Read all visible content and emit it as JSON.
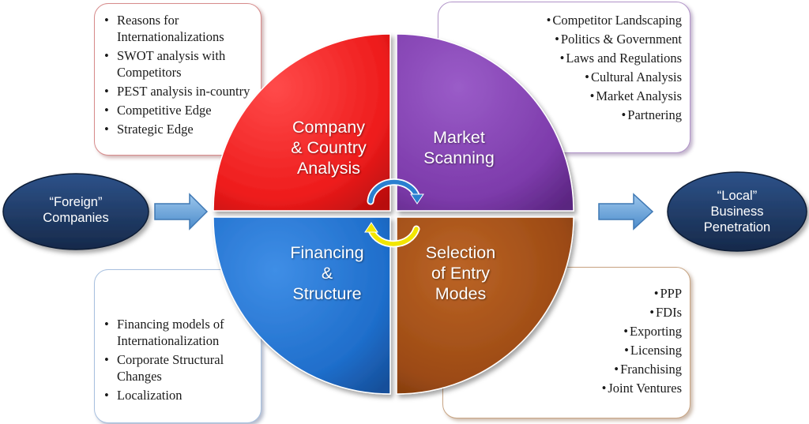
{
  "colors": {
    "red_quadrant": "#ee1c1c",
    "purple_quadrant": "#7d3bab",
    "blue_quadrant": "#1f6ecb",
    "brown_quadrant": "#9c4a14",
    "oval_fill": "#1f3b66",
    "arrow_fill": "#6aa6dc",
    "cycle_blue": "#2a7fd0",
    "cycle_yellow": "#f2e600"
  },
  "quadrants": {
    "top_left": {
      "title_line1": "Company",
      "title_line2": "& Country",
      "title_line3": "Analysis",
      "items": [
        "Reasons for Internationalizations",
        "SWOT analysis with Competitors",
        "PEST analysis in-country",
        "Competitive Edge",
        "Strategic Edge"
      ]
    },
    "top_right": {
      "title_line1": "Market",
      "title_line2": "Scanning",
      "items": [
        "Competitor Landscaping",
        "Politics & Government",
        "Laws and Regulations",
        "Cultural Analysis",
        "Market Analysis",
        "Partnering"
      ]
    },
    "bottom_left": {
      "title_line1": "Financing",
      "title_line2": "&",
      "title_line3": "Structure",
      "items": [
        "Financing models of Internationalization",
        "Corporate Structural Changes",
        "Localization"
      ]
    },
    "bottom_right": {
      "title_line1": "Selection",
      "title_line2": "of Entry",
      "title_line3": "Modes",
      "items": [
        "PPP",
        "FDIs",
        "Exporting",
        "Licensing",
        "Franchising",
        "Joint Ventures"
      ]
    }
  },
  "left_oval": {
    "line1": "“Foreign”",
    "line2": "Companies"
  },
  "right_oval": {
    "line1": "“Local”",
    "line2": "Business",
    "line3": "Penetration"
  },
  "bullet": "•"
}
